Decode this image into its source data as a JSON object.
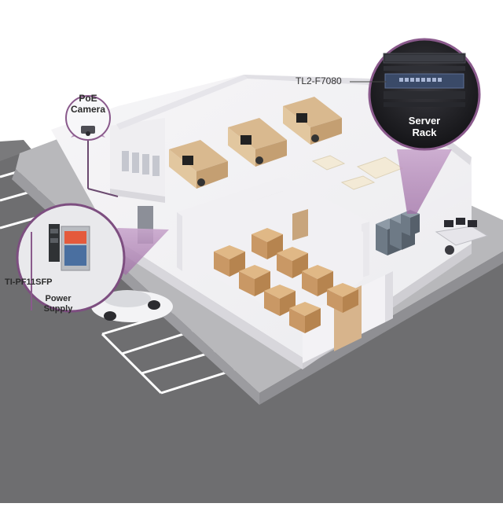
{
  "labels": {
    "poe_camera": [
      "PoE",
      "Camera"
    ],
    "switch_model": "TL2-F7080",
    "server_rack": [
      "Server",
      "Rack"
    ],
    "converter_model": "TI-PF11SFP",
    "power_supply": [
      "Power",
      "Supply"
    ]
  },
  "colors": {
    "accent_purple": "#8a5a8c",
    "purple_cone": "#b48bb9",
    "floor": "#f4f3f5",
    "wall": "#e9e8ec",
    "road": "#6d6d6f",
    "sidewalk": "#b5b5b8",
    "box": "#d4a877",
    "cubicle": "#d9b98f"
  }
}
